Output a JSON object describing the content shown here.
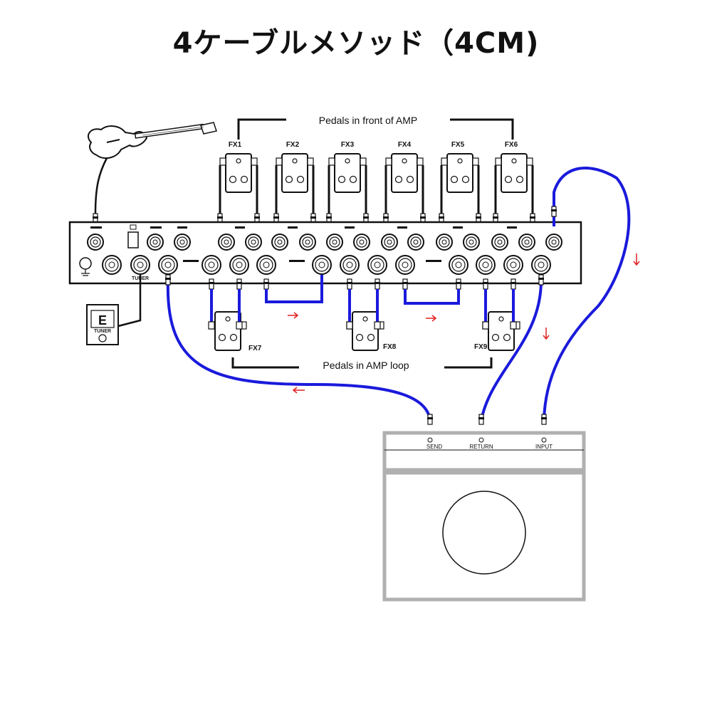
{
  "title": "4ケーブルメソッド（4CM)",
  "groups": {
    "front": "Pedals in front of AMP",
    "loop": "Pedals in AMP loop"
  },
  "pedals": {
    "fx1": "FX1",
    "fx2": "FX2",
    "fx3": "FX3",
    "fx4": "FX4",
    "fx5": "FX5",
    "fx6": "FX6",
    "fx7": "FX7",
    "fx8": "FX8",
    "fx9": "FX9"
  },
  "amp": {
    "send": "SEND",
    "return": "RETURN",
    "input": "INPUT"
  },
  "switcher": {
    "tuner_label": "TUNER"
  },
  "tuner": {
    "display": "E",
    "label": "TUNER"
  },
  "colors": {
    "cable": "#1a1adc",
    "arrow": "#e02020",
    "outline": "#111111",
    "amp_frame": "#b0b0b0"
  },
  "icons": [
    "guitar-icon",
    "ground-icon",
    "arrow-right-icon",
    "arrow-down-icon",
    "arrow-left-icon"
  ]
}
